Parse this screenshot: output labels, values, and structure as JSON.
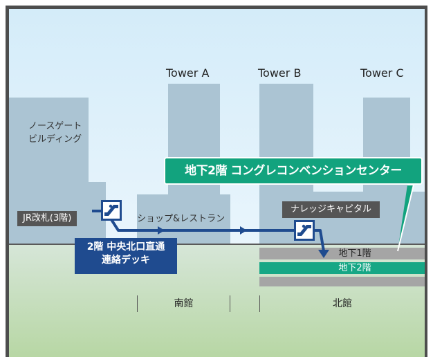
{
  "towers": {
    "a": "Tower A",
    "b": "Tower B",
    "c": "Tower C"
  },
  "north_gate_building": {
    "line1": "ノースゲート",
    "line2": "ビルディング"
  },
  "callout": "地下2階 コングレコンベンションセンター",
  "jr_gate": "JR改札(3階)",
  "shops": "ショップ&レストラン",
  "knowledge_capital": "ナレッジキャピタル",
  "deck": {
    "line1": "2階 中央北口直通",
    "line2": "連絡デッキ"
  },
  "floors": {
    "b1": "地下1階",
    "b2": "地下2階"
  },
  "sections": {
    "south": "南館",
    "north": "北館"
  },
  "icons": {
    "escalator": "escalator-icon"
  },
  "colors": {
    "route": "#1f4b8f",
    "highlight": "#16a785",
    "building": "#abc4d3"
  }
}
